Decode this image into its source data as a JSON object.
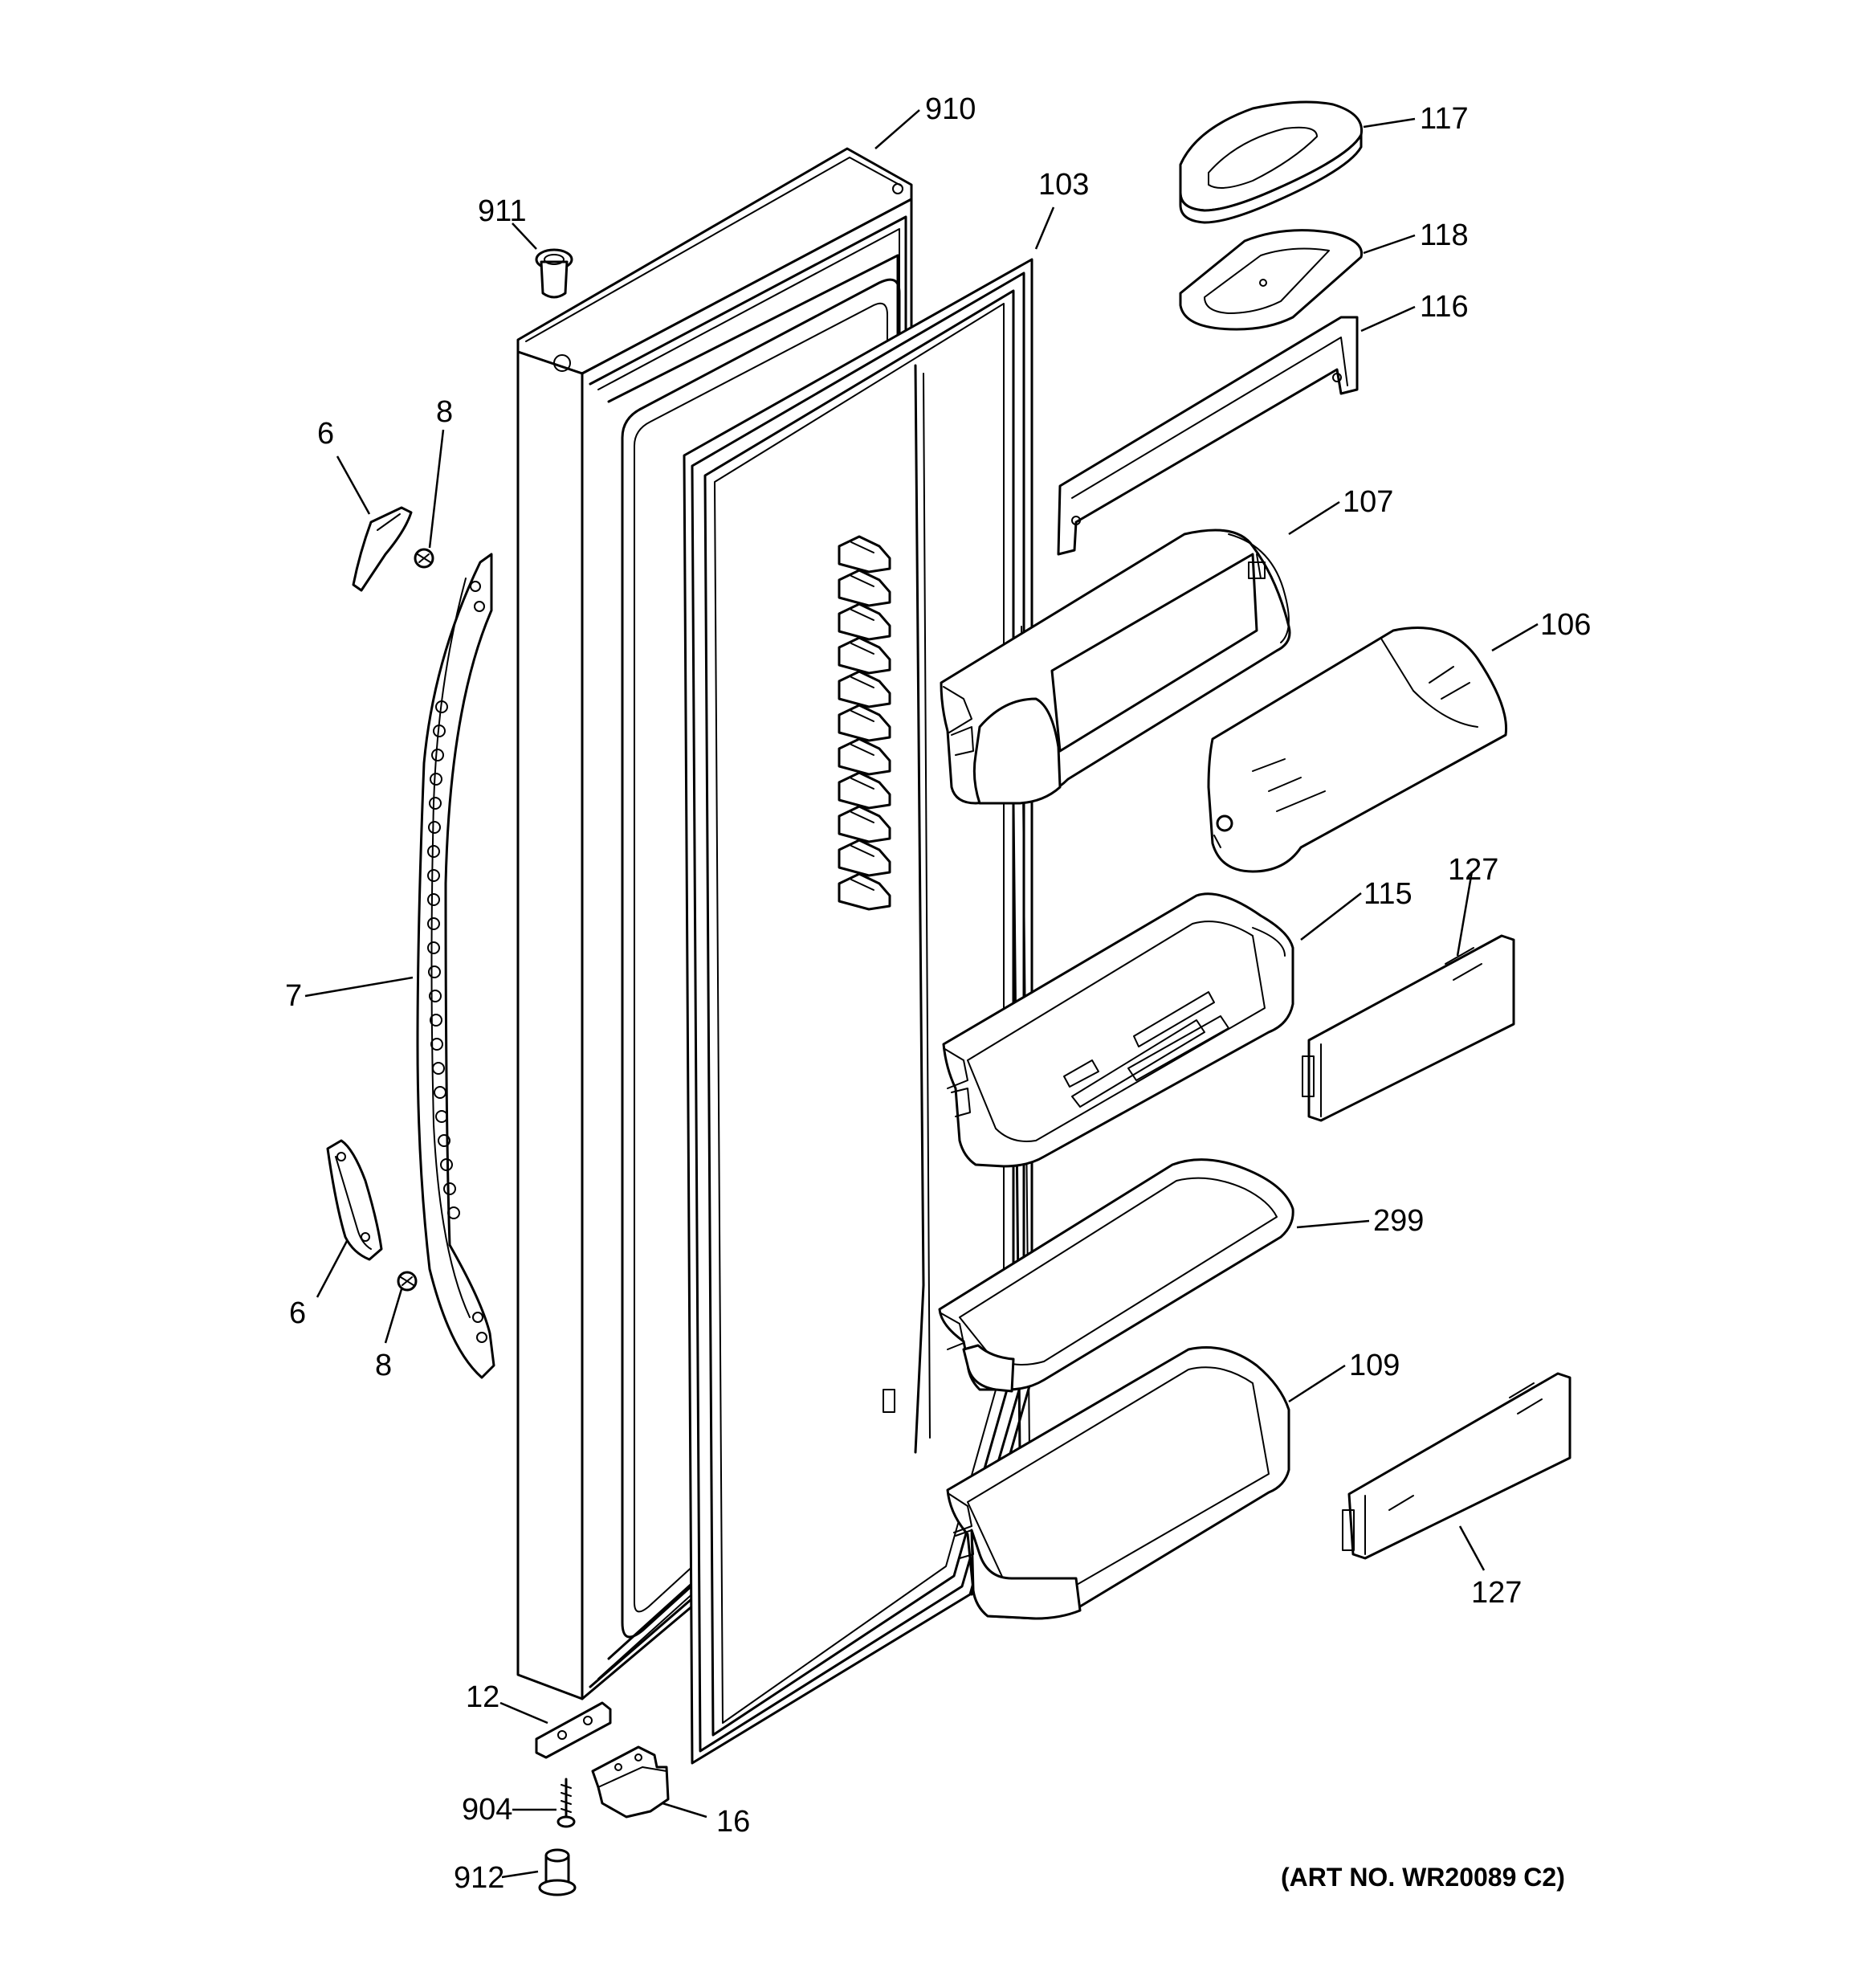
{
  "diagram": {
    "callouts": {
      "c910": "910",
      "c911": "911",
      "c103": "103",
      "c117": "117",
      "c118": "118",
      "c116": "116",
      "c6a": "6",
      "c8a": "8",
      "c107": "107",
      "c106": "106",
      "c115": "115",
      "c127a": "127",
      "c7": "7",
      "c299": "299",
      "c6b": "6",
      "c8b": "8",
      "c109": "109",
      "c127b": "127",
      "c12": "12",
      "c904": "904",
      "c16": "16",
      "c912": "912"
    },
    "art_number": "(ART NO. WR20089 C2)"
  }
}
